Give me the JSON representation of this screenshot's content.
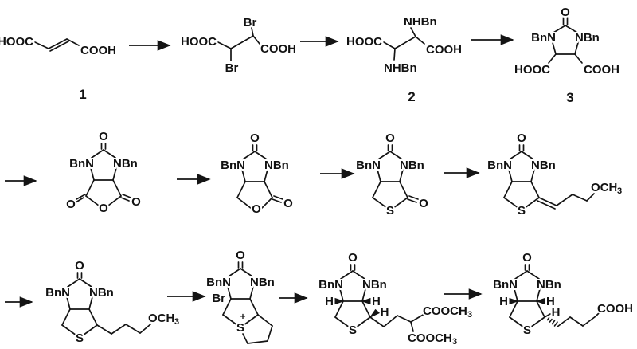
{
  "scheme": {
    "description": "multi-step reaction scheme, three rows of structures joined by arrows"
  },
  "structures": {
    "fumaric": {
      "hooc": "HOOC",
      "cooh": "COOH",
      "num": "1"
    },
    "dibromo": {
      "hooc": "HOOC",
      "cooh": "COOH",
      "br_top": "Br",
      "br_bottom": "Br"
    },
    "diamino": {
      "hooc": "HOOC",
      "cooh": "COOH",
      "nhbn_top": "NHBn",
      "nhbn_bottom": "NHBn",
      "num": "2"
    },
    "diacid": {
      "o": "O",
      "bnn": "BnN",
      "nbn": "NBn",
      "hooc": "HOOC",
      "cooh": "COOH",
      "num": "3"
    },
    "anhydride": {
      "o_top": "O",
      "bnn": "BnN",
      "nbn": "NBn",
      "o_left": "O",
      "o_right": "O",
      "o_ring": "O"
    },
    "lactone": {
      "o_top": "O",
      "bnn": "BnN",
      "nbn": "NBn",
      "o_right": "O",
      "o_ring": "O"
    },
    "thiolactone": {
      "o_top": "O",
      "bnn": "BnN",
      "nbn": "NBn",
      "o_right": "O",
      "s": "S"
    },
    "enol_ether": {
      "o_top": "O",
      "bnn": "BnN",
      "nbn": "NBn",
      "s": "S",
      "och": "OCH",
      "sub": "3"
    },
    "methyl_ether": {
      "o_top": "O",
      "bnn": "BnN",
      "nbn": "NBn",
      "s": "S",
      "och": "OCH",
      "sub": "3"
    },
    "sulfonium": {
      "o_top": "O",
      "bnn": "BnN",
      "nbn": "NBn",
      "br": "Br",
      "s": "S",
      "plus": "+"
    },
    "malonate": {
      "o_top": "O",
      "bnn": "BnN",
      "nbn": "NBn",
      "h_left": "H",
      "h_right": "H",
      "h_c4": "H",
      "s": "S",
      "ester": "COOCH",
      "ester_sub": "3"
    },
    "product": {
      "o_top": "O",
      "bnn": "BnN",
      "nbn": "NBn",
      "h_left": "H",
      "h_right": "H",
      "h_c4": "H",
      "s": "S",
      "cooh": "COOH"
    }
  },
  "colors": {
    "ink": "#141414",
    "background": "#ffffff"
  }
}
